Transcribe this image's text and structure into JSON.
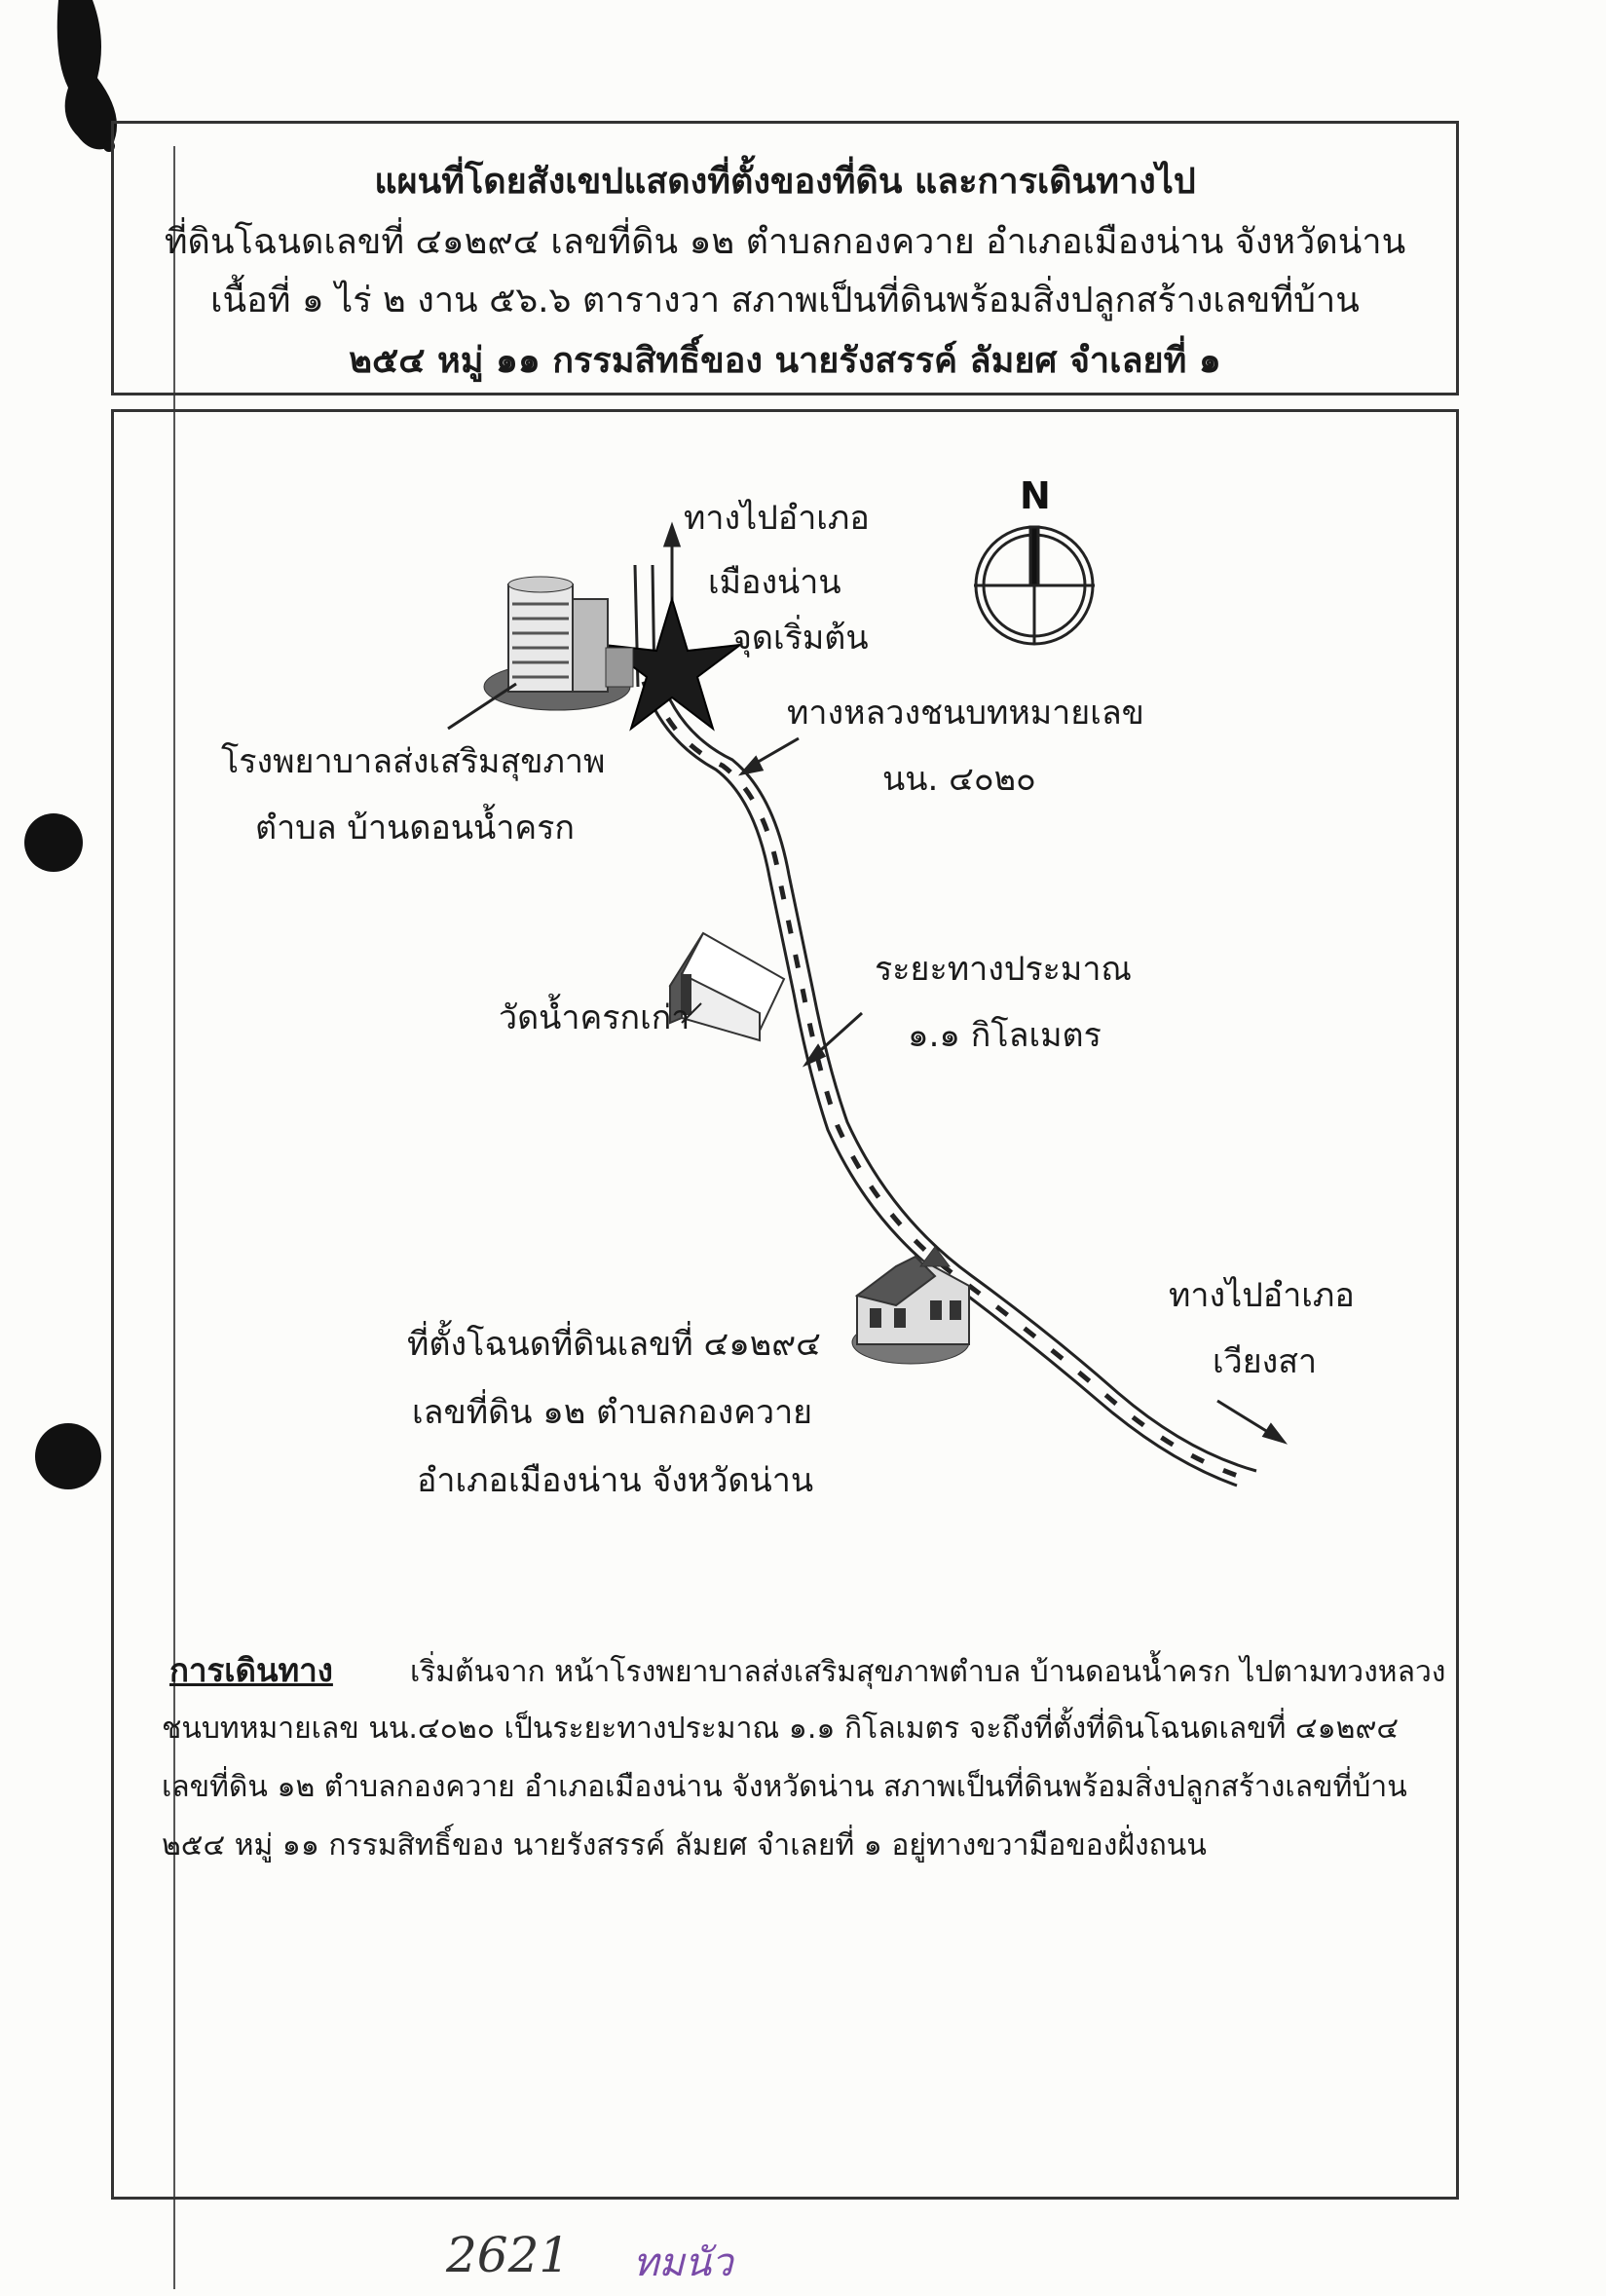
{
  "header": {
    "line1": "แผนที่โดยสังเขปแสดงที่ตั้งของที่ดิน และการเดินทางไป",
    "line2": "ที่ดินโฉนดเลขที่ ๔๑๒๙๔ เลขที่ดิน ๑๒ ตำบลกองควาย อำเภอเมืองน่าน จังหวัดน่าน",
    "line3": "เนื้อที่ ๑ ไร่ ๒ งาน ๕๖.๖ ตารางวา สภาพเป็นที่ดินพร้อมสิ่งปลูกสร้างเลขที่บ้าน",
    "line4": "๒๕๔ หมู่ ๑๑ กรรมสิทธิ์ของ นายรังสรรค์  ลัมยศ จำเลยที่ ๑"
  },
  "map": {
    "compass_label": "N",
    "to_mueang_nan": [
      "ทางไปอำเภอ",
      "เมืองน่าน"
    ],
    "start_point": "จุดเริ่มต้น",
    "highway": [
      "ทางหลวงชนบทหมายเลข",
      "นน. ๔๐๒๐"
    ],
    "hospital": [
      "โรงพยาบาลส่งเสริมสุขภาพ",
      "ตำบล บ้านดอนน้ำครก"
    ],
    "temple": "วัดน้ำครกเก่า",
    "distance": [
      "ระยะทางประมาณ",
      "๑.๑ กิโลเมตร"
    ],
    "land_location": [
      "ที่ตั้งโฉนดที่ดินเลขที่ ๔๑๒๙๔",
      "เลขที่ดิน ๑๒ ตำบลกองควาย",
      "อำเภอเมืองน่าน จังหวัดน่าน"
    ],
    "to_wiang_sa": [
      "ทางไปอำเภอ",
      "เวียงสา"
    ]
  },
  "directions": {
    "heading": "การเดินทาง",
    "line1": "เริ่มต้นจาก หน้าโรงพยาบาลส่งเสริมสุขภาพตำบล บ้านดอนน้ำครก ไปตามทวงหลวง",
    "line2": "ชนบทหมายเลข นน.๔๐๒๐ เป็นระยะทางประมาณ ๑.๑ กิโลเมตร จะถึงที่ตั้งที่ดินโฉนดเลขที่ ๔๑๒๙๔",
    "line3": "เลขที่ดิน ๑๒ ตำบลกองควาย อำเภอเมืองน่าน จังหวัดน่าน สภาพเป็นที่ดินพร้อมสิ่งปลูกสร้างเลขที่บ้าน",
    "line4": "๒๕๔ หมู่ ๑๑ กรรมสิทธิ์ของ นายรังสรรค์  ลัมยศ จำเลยที่ ๑ อยู่ทางขวามือของฝั่งถนน"
  },
  "handwritten": {
    "number": "2621",
    "note": "ทมนัว"
  }
}
